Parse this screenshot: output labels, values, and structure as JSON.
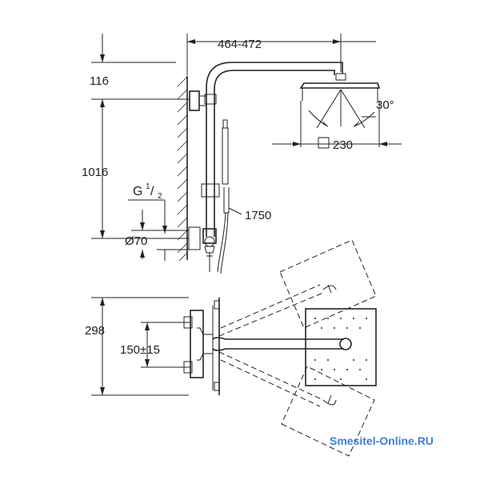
{
  "dimensions": {
    "arm_reach": "464-472",
    "top_offset": "116",
    "riser_height": "1016",
    "thread": "G",
    "thread_num": "1",
    "thread_den": "2",
    "inlet_diameter": "Ø70",
    "hose_length": "1750",
    "head_tilt": "30°",
    "head_size": "230",
    "valve_height": "298",
    "inlet_spacing": "150±15"
  },
  "watermark": "Smesitel-Online.RU",
  "colors": {
    "line": "#222222",
    "watermark": "#3b7fd8",
    "background": "#ffffff"
  }
}
